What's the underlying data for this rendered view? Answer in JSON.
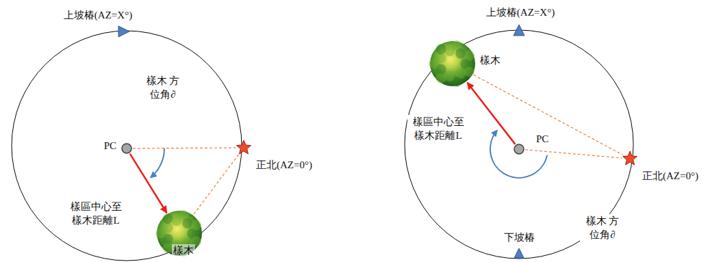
{
  "diagram": {
    "nodes": [
      {
        "text": [
          "上坡椿(AZ=X°)"
        ]
      },
      {
        "text": [
          "PC"
        ]
      },
      {
        "text": [
          "正北(AZ=0°)"
        ]
      },
      {
        "text": [
          "樣木"
        ]
      },
      {
        "text": [
          "上坡椿(AZ=X°)"
        ]
      },
      {
        "text": [
          "樣木"
        ]
      },
      {
        "text": [
          "PC"
        ]
      },
      {
        "text": [
          "正北(AZ=0°)"
        ]
      },
      {
        "text": [
          "下坡椿"
        ]
      }
    ],
    "edges": [
      {
        "from": 1,
        "to": 3,
        "arrow": "to",
        "label": "樣區中心至 樣木距離L"
      },
      {
        "from": 1,
        "to": 2,
        "arrow": "none"
      },
      {
        "from": 3,
        "to": 2,
        "arrow": "none"
      },
      {
        "from": 6,
        "to": 5,
        "arrow": "to",
        "label": "樣區中心至 樣木距離L"
      },
      {
        "from": 6,
        "to": 7,
        "arrow": "none"
      },
      {
        "from": 5,
        "to": 7,
        "arrow": "none"
      }
    ],
    "labels": [
      "樣木 方位角∂",
      "樣木 方位角∂"
    ]
  }
}
